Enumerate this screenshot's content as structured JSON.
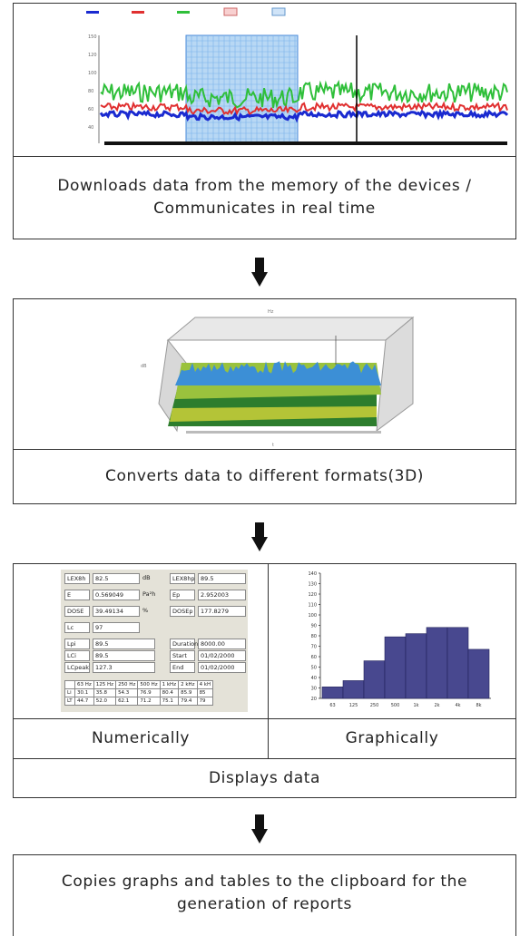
{
  "step1": {
    "caption_line1": "Downloads data from the memory of the devices /",
    "caption_line2": "Communicates in real time"
  },
  "step2": {
    "caption": "Converts data to different formats(3D)"
  },
  "step3": {
    "left_caption": "Numerically",
    "right_caption": "Graphically",
    "caption": "Displays data",
    "bar_chart": {
      "type": "bar",
      "categories": [
        "63",
        "125",
        "250",
        "500",
        "1k",
        "2k",
        "4k",
        "8k"
      ],
      "values": [
        31,
        37,
        56,
        79,
        82,
        88,
        88,
        67
      ],
      "ylim": [
        20,
        140
      ],
      "yticks": [
        "140",
        "130",
        "120",
        "110",
        "100",
        "90",
        "80",
        "70",
        "60",
        "50",
        "40",
        "30",
        "20"
      ]
    },
    "numeric_panel": {
      "rows_left": [
        [
          "LEX8h",
          "82.5",
          "dB"
        ],
        [
          "E",
          "0.569049",
          "Pa²h"
        ],
        [
          "DOSE",
          "39.49134",
          "%"
        ],
        [
          "Lc",
          "97",
          ""
        ]
      ],
      "rows_right": [
        [
          "LEX8hp",
          "89.5"
        ],
        [
          "Ep",
          "2.952003"
        ],
        [
          "DOSEp",
          "177.8279"
        ]
      ],
      "mid_left": [
        [
          "Lpi",
          "89.5"
        ],
        [
          "LCi",
          "89.5"
        ],
        [
          "LCpeak",
          "127.3"
        ]
      ],
      "mid_right": [
        [
          "Duration",
          "8000.00"
        ],
        [
          "Start",
          "01/02/2000"
        ],
        [
          "End",
          "01/02/2000"
        ]
      ],
      "table_head": [
        "63 Hz",
        "125 Hz",
        "250 Hz",
        "500 Hz",
        "1 kHz",
        "2 kHz",
        "4 kH"
      ],
      "table_rows": [
        [
          "Li",
          "30.1",
          "35.8",
          "54.3",
          "76.9",
          "80.4",
          "85.9",
          "85"
        ],
        [
          "LT",
          "44.7",
          "52.0",
          "62.1",
          "71.2",
          "75.1",
          "79.4",
          "79"
        ]
      ]
    }
  },
  "step4": {
    "caption_line1": "Copies graphs and tables to the clipboard for the",
    "caption_line2": "generation of reports"
  },
  "colors": {
    "border": "#333333",
    "arrow": "#111111",
    "bar": "#48488f",
    "green": "#2fbf3a",
    "red": "#e03030",
    "blue": "#1a2ad0"
  }
}
